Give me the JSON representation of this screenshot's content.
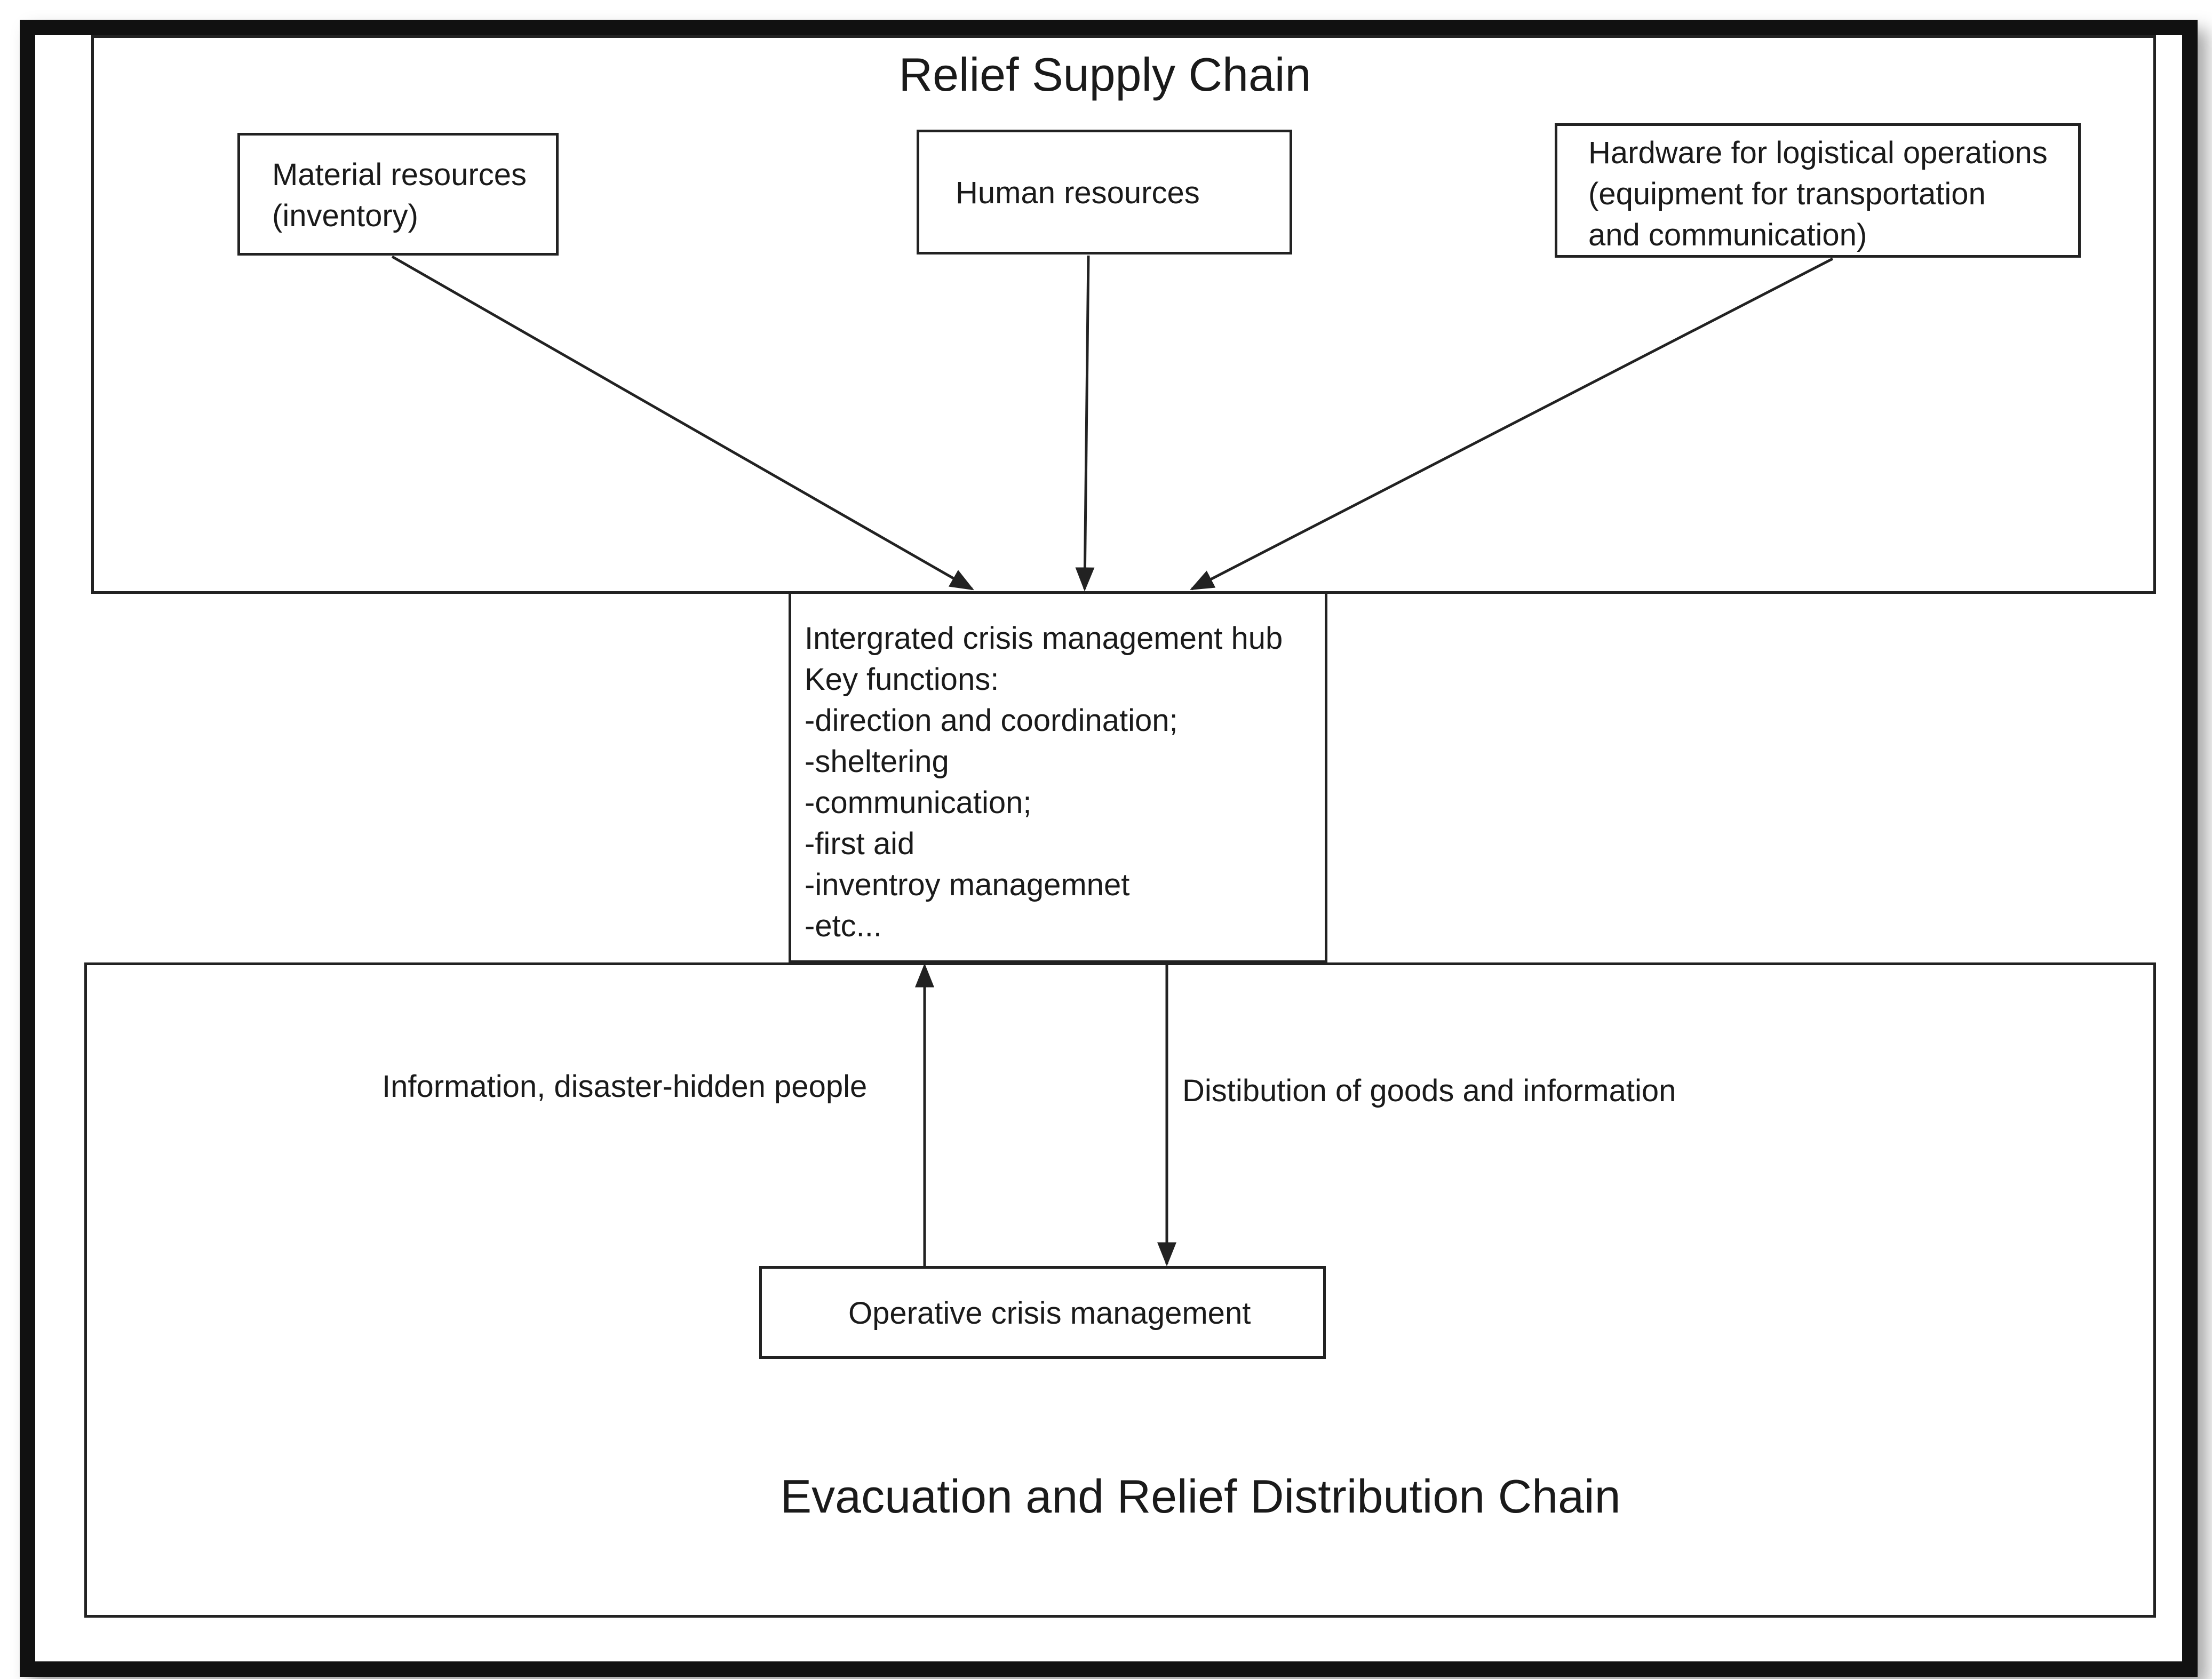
{
  "top_region": {
    "title": "Relief Supply Chain"
  },
  "sources": {
    "material": [
      "Material resources",
      "(inventory)"
    ],
    "human": [
      "Human resources"
    ],
    "hardware": [
      "Hardware for logistical operations",
      "(equipment for transportation",
      "and communication)"
    ]
  },
  "hub": {
    "lines": [
      "Intergrated crisis management hub",
      "Key functions:",
      "-direction and coordination;",
      "-sheltering",
      "-communication;",
      "-first aid",
      "-inventroy managemnet",
      "-etc..."
    ]
  },
  "flows": {
    "upward": "Information, disaster-hidden people",
    "downward": "Distibution of goods and information"
  },
  "operative": {
    "label": "Operative crisis management"
  },
  "bottom_region": {
    "title": "Evacuation and Relief Distribution Chain"
  },
  "colors": {
    "line": "#222222",
    "frame": "#111111",
    "background": "#ffffff"
  }
}
